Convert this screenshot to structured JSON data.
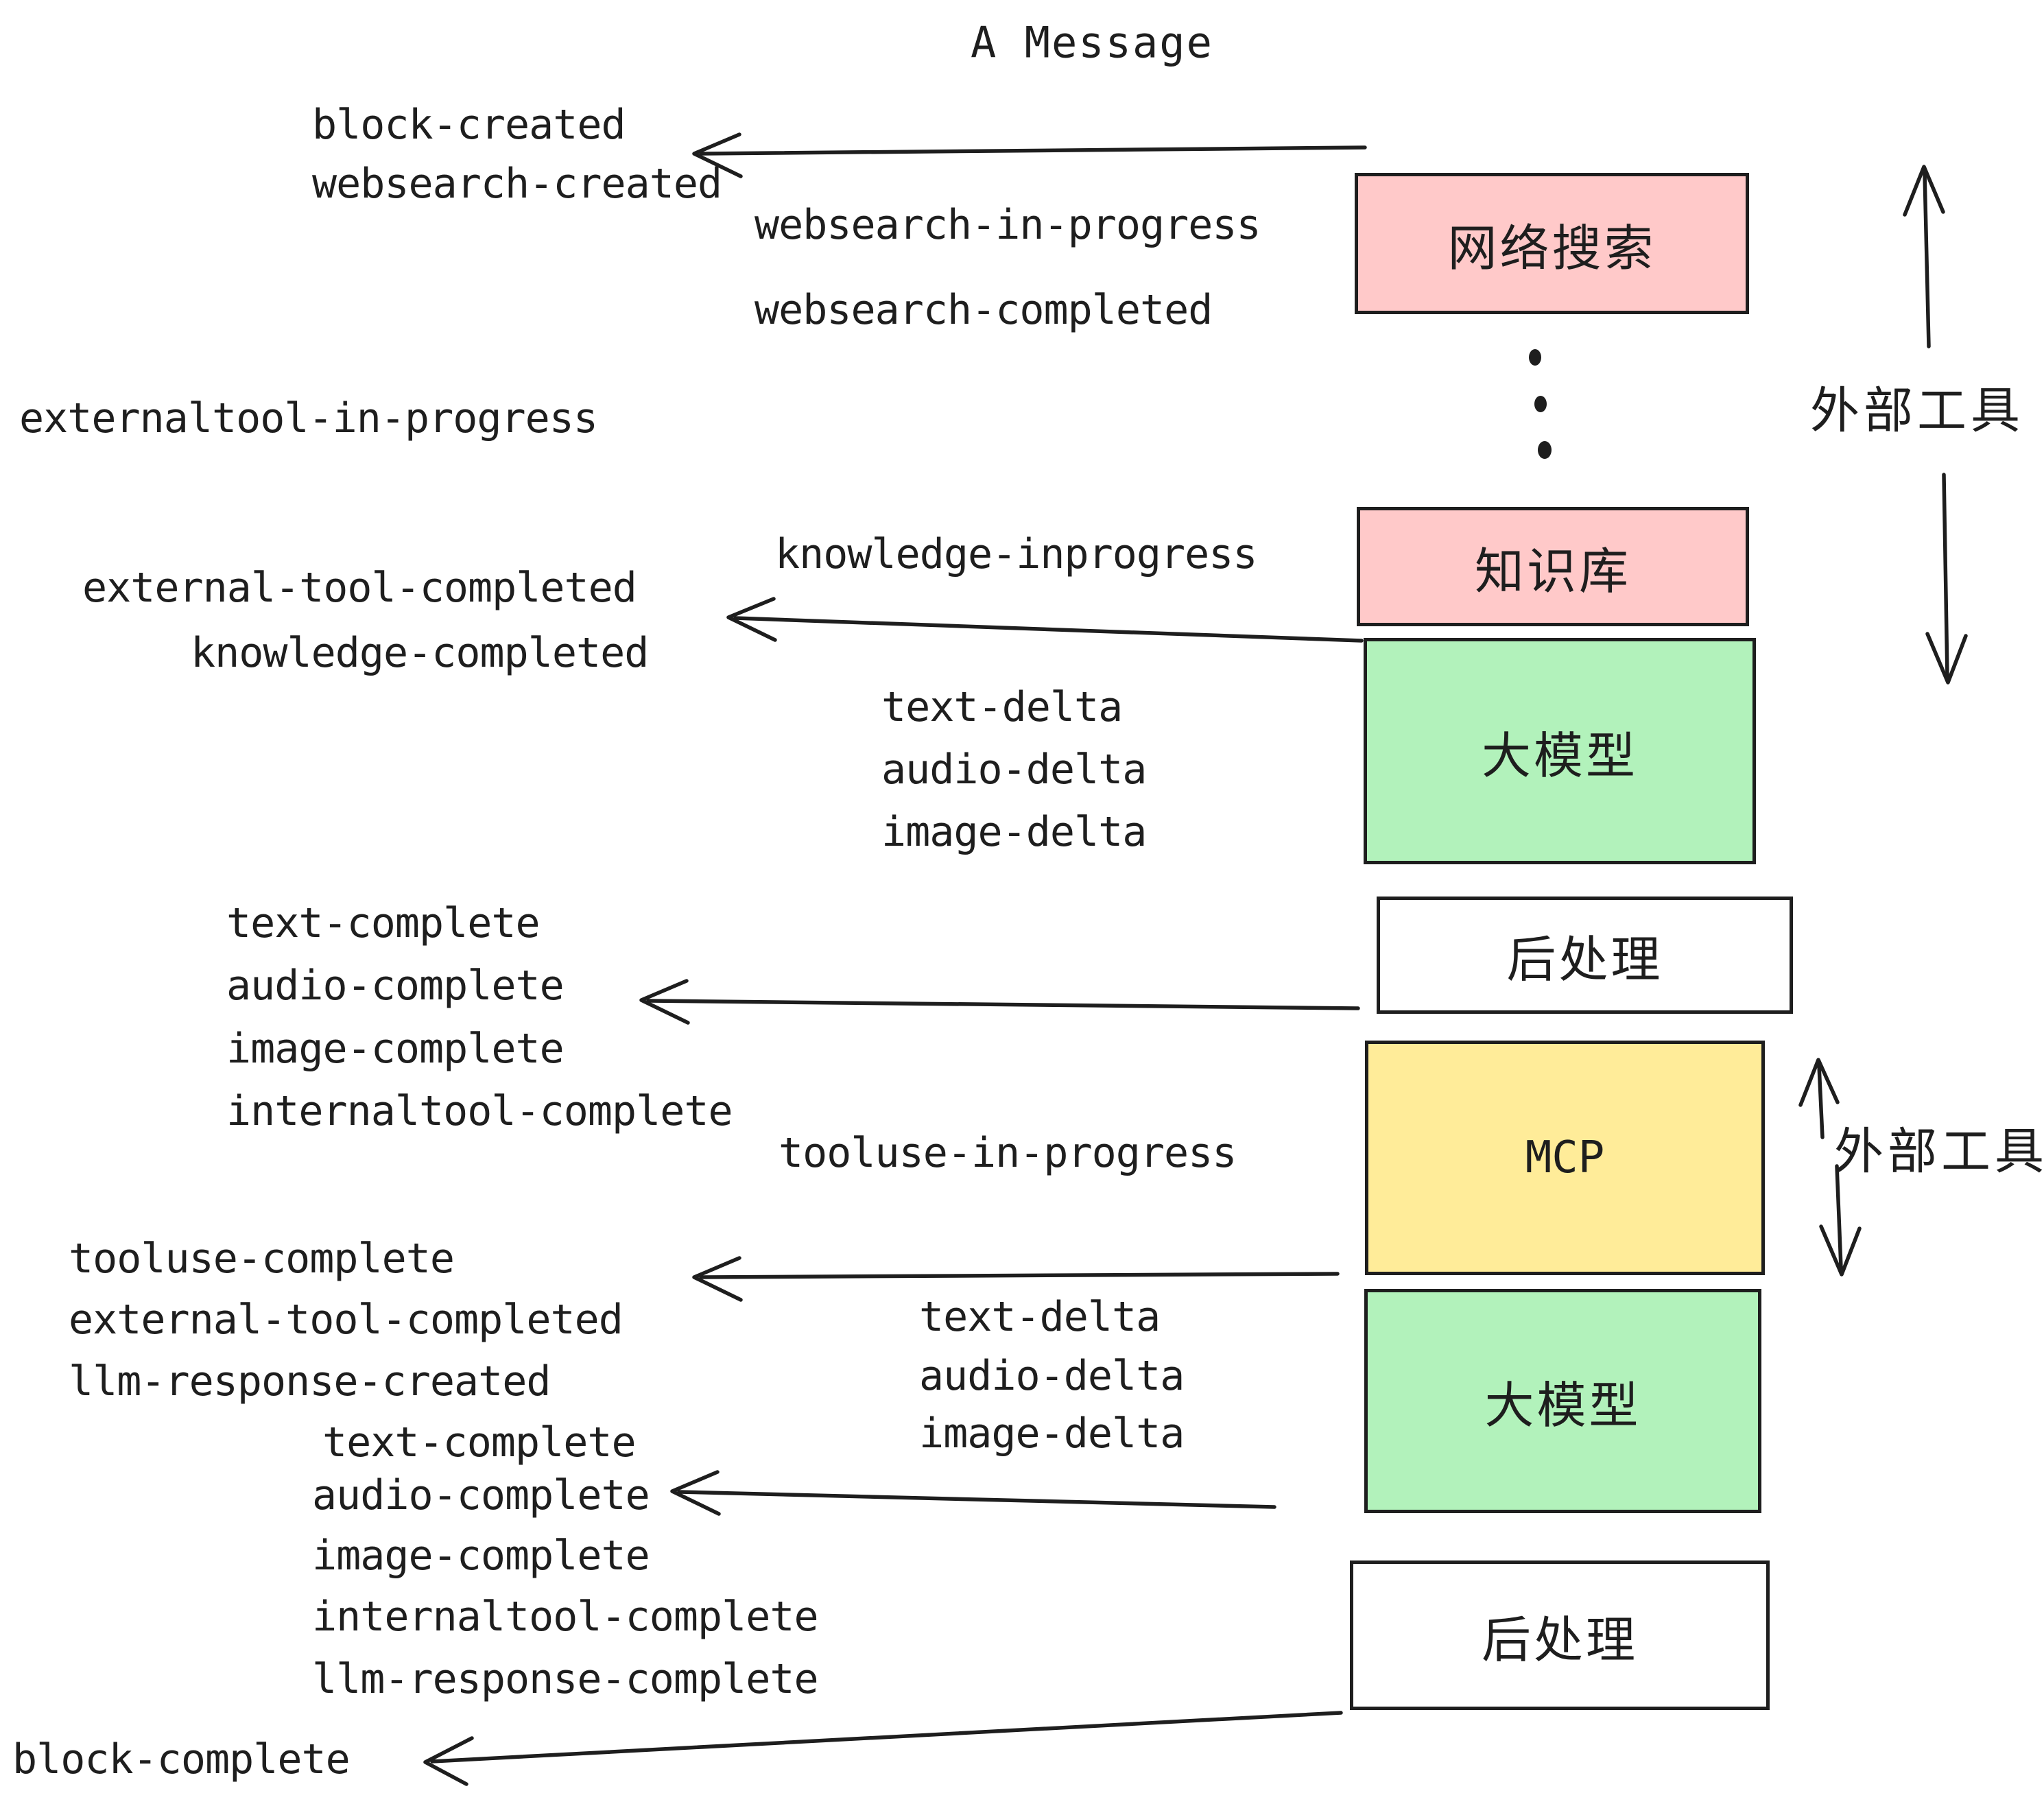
{
  "title": "A Message",
  "colors": {
    "pink": "#ffc9c9",
    "green": "#b2f2bb",
    "yellow": "#ffec99",
    "stroke": "#1e1e1e"
  },
  "boxes": [
    {
      "label": "网络搜索"
    },
    {
      "label": "知识库"
    },
    {
      "label": "大模型"
    },
    {
      "label": "后处理"
    },
    {
      "label": "MCP"
    },
    {
      "label": "大模型"
    },
    {
      "label": "后处理"
    }
  ],
  "events": [
    {
      "text": "block-created"
    },
    {
      "text": "websearch-created"
    },
    {
      "text": "websearch-in-progress"
    },
    {
      "text": "websearch-completed"
    },
    {
      "text": "externaltool-in-progress"
    },
    {
      "text": "knowledge-inprogress"
    },
    {
      "text": "external-tool-completed"
    },
    {
      "text": "knowledge-completed"
    },
    {
      "text": "text-delta"
    },
    {
      "text": "audio-delta"
    },
    {
      "text": "image-delta"
    },
    {
      "text": "text-complete"
    },
    {
      "text": "audio-complete"
    },
    {
      "text": "image-complete"
    },
    {
      "text": "internaltool-complete"
    },
    {
      "text": "tooluse-in-progress"
    },
    {
      "text": "tooluse-complete"
    },
    {
      "text": "external-tool-completed"
    },
    {
      "text": "llm-response-created"
    },
    {
      "text": "text-delta"
    },
    {
      "text": "audio-delta"
    },
    {
      "text": "image-delta"
    },
    {
      "text": "text-complete"
    },
    {
      "text": "audio-complete"
    },
    {
      "text": "image-complete"
    },
    {
      "text": "internaltool-complete"
    },
    {
      "text": "llm-response-complete"
    },
    {
      "text": "block-complete"
    }
  ],
  "side_labels": [
    {
      "label": "外部工具"
    },
    {
      "label": "外部工具"
    }
  ]
}
